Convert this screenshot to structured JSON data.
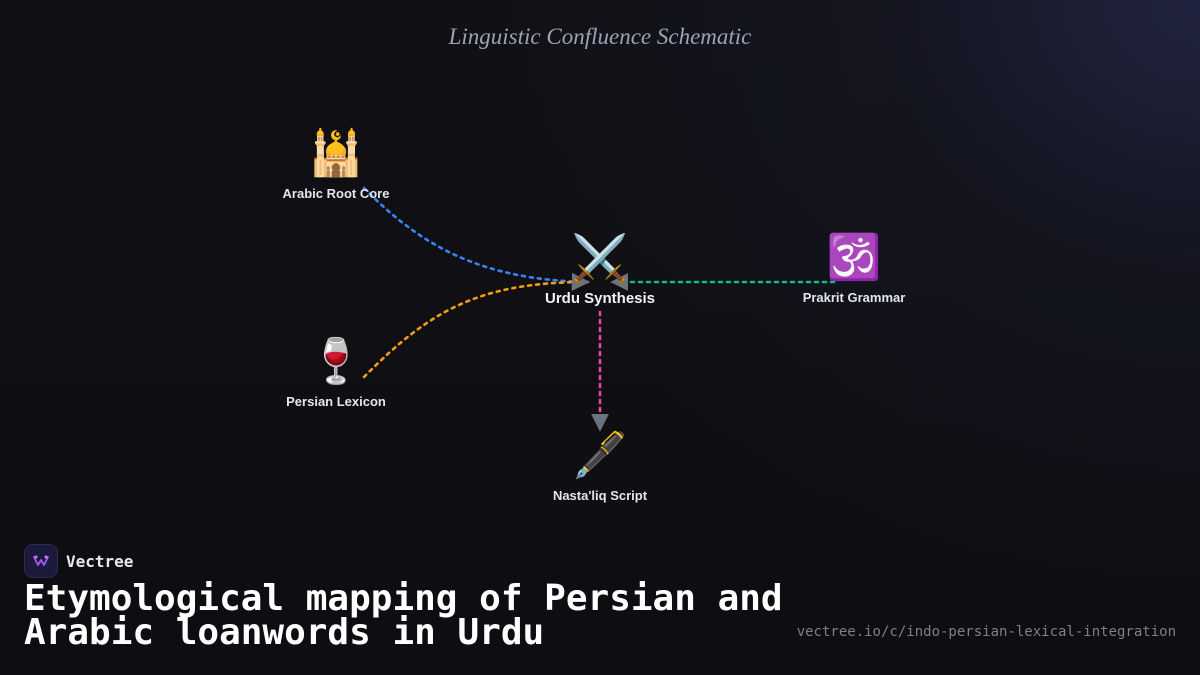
{
  "diagram": {
    "title": "Linguistic Confluence Schematic",
    "nodes": [
      {
        "id": "arabic",
        "label": "Arabic Root Core",
        "icon": "🕌",
        "icon_name": "mosque-icon"
      },
      {
        "id": "persian",
        "label": "Persian Lexicon",
        "icon": "🍷",
        "icon_name": "wine-glass-icon"
      },
      {
        "id": "urdu",
        "label": "Urdu Synthesis",
        "icon": "⚔️",
        "icon_name": "crossed-swords-icon"
      },
      {
        "id": "prakrit",
        "label": "Prakrit Grammar",
        "icon": "🕉️",
        "icon_name": "om-icon"
      },
      {
        "id": "nastaliq",
        "label": "Nasta'liq Script",
        "icon": "🖋️",
        "icon_name": "fountain-pen-icon"
      }
    ],
    "edges": [
      {
        "from": "arabic",
        "to": "urdu",
        "color": "#3b82f6",
        "style": "dotted"
      },
      {
        "from": "persian",
        "to": "urdu",
        "color": "#f59e0b",
        "style": "dotted"
      },
      {
        "from": "prakrit",
        "to": "urdu",
        "color": "#10b981",
        "style": "dotted"
      },
      {
        "from": "urdu",
        "to": "nastaliq",
        "color": "#ec4899",
        "style": "dotted"
      }
    ],
    "arrowhead_color": "#6b7280"
  },
  "brand": {
    "name": "Vectree",
    "logo_icon": "vectree-logo-icon",
    "accent": "#a855f7"
  },
  "footer": {
    "title": "Etymological mapping of Persian and Arabic loanwords in Urdu",
    "url": "vectree.io/c/indo-persian-lexical-integration"
  }
}
